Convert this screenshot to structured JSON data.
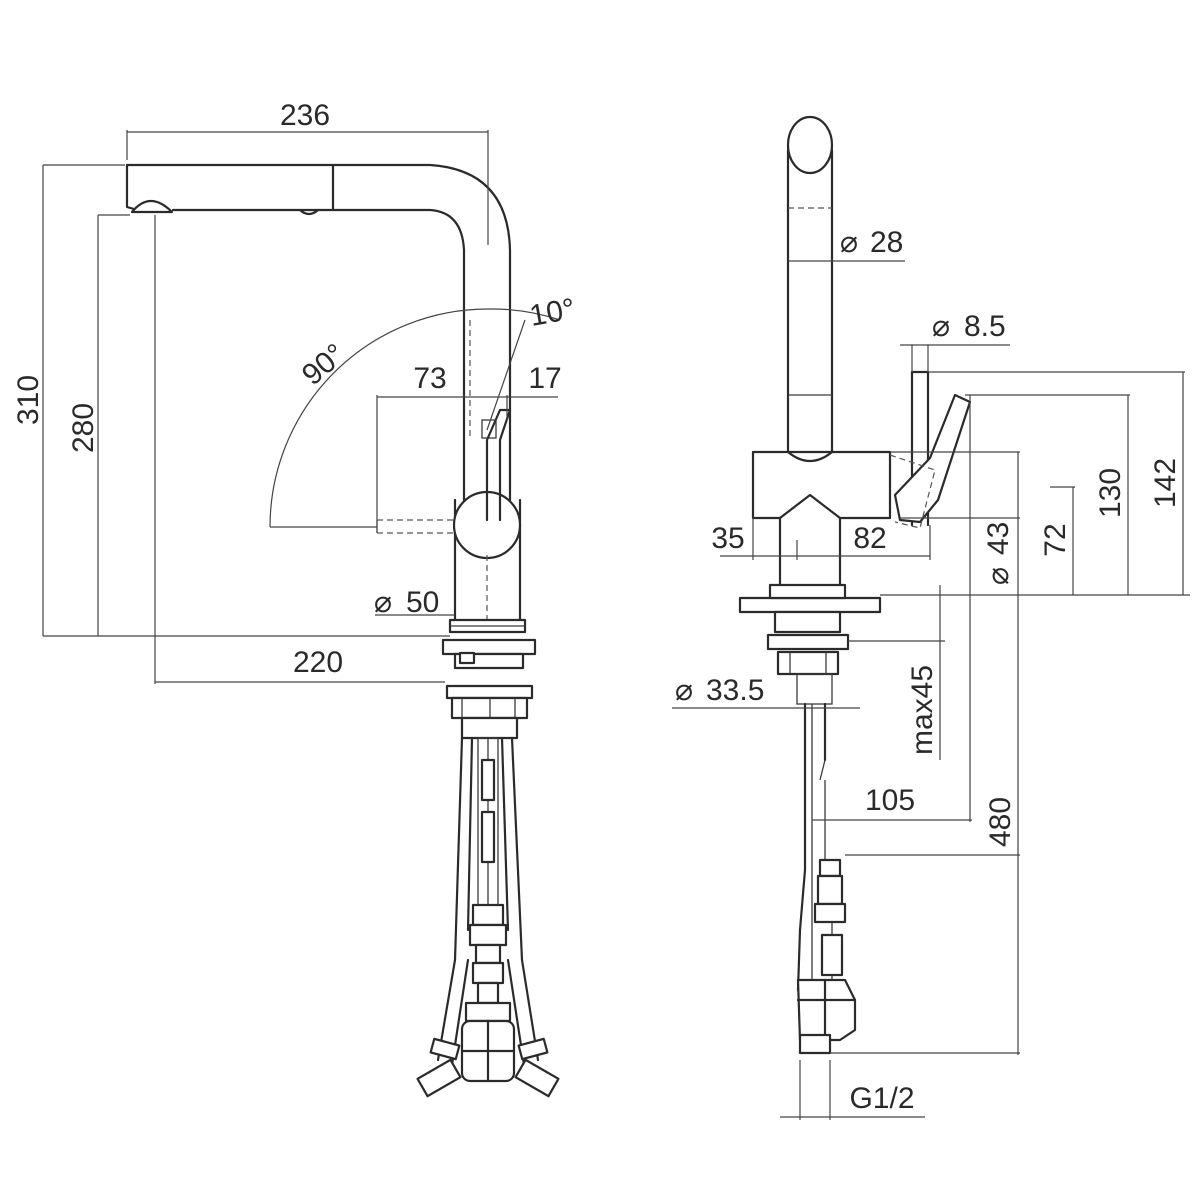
{
  "side_view": {
    "dim_236": "236",
    "dim_310": "310",
    "dim_280": "280",
    "dim_220": "220",
    "dim_73": "73",
    "dim_17": "17",
    "dim_d50": "50",
    "angle_90": "90°",
    "angle_10": "10°"
  },
  "front_view": {
    "dim_d28": "28",
    "dim_d8_5": "8.5",
    "dim_142": "142",
    "dim_130": "130",
    "dim_72": "72",
    "dim_d43": "43",
    "dim_35": "35",
    "dim_82": "82",
    "dim_max45": "max45",
    "dim_d33_5": "33.5",
    "dim_105": "105",
    "dim_480": "480",
    "dim_g1_2": "G1/2"
  },
  "symbols": {
    "diameter": "⌀"
  }
}
